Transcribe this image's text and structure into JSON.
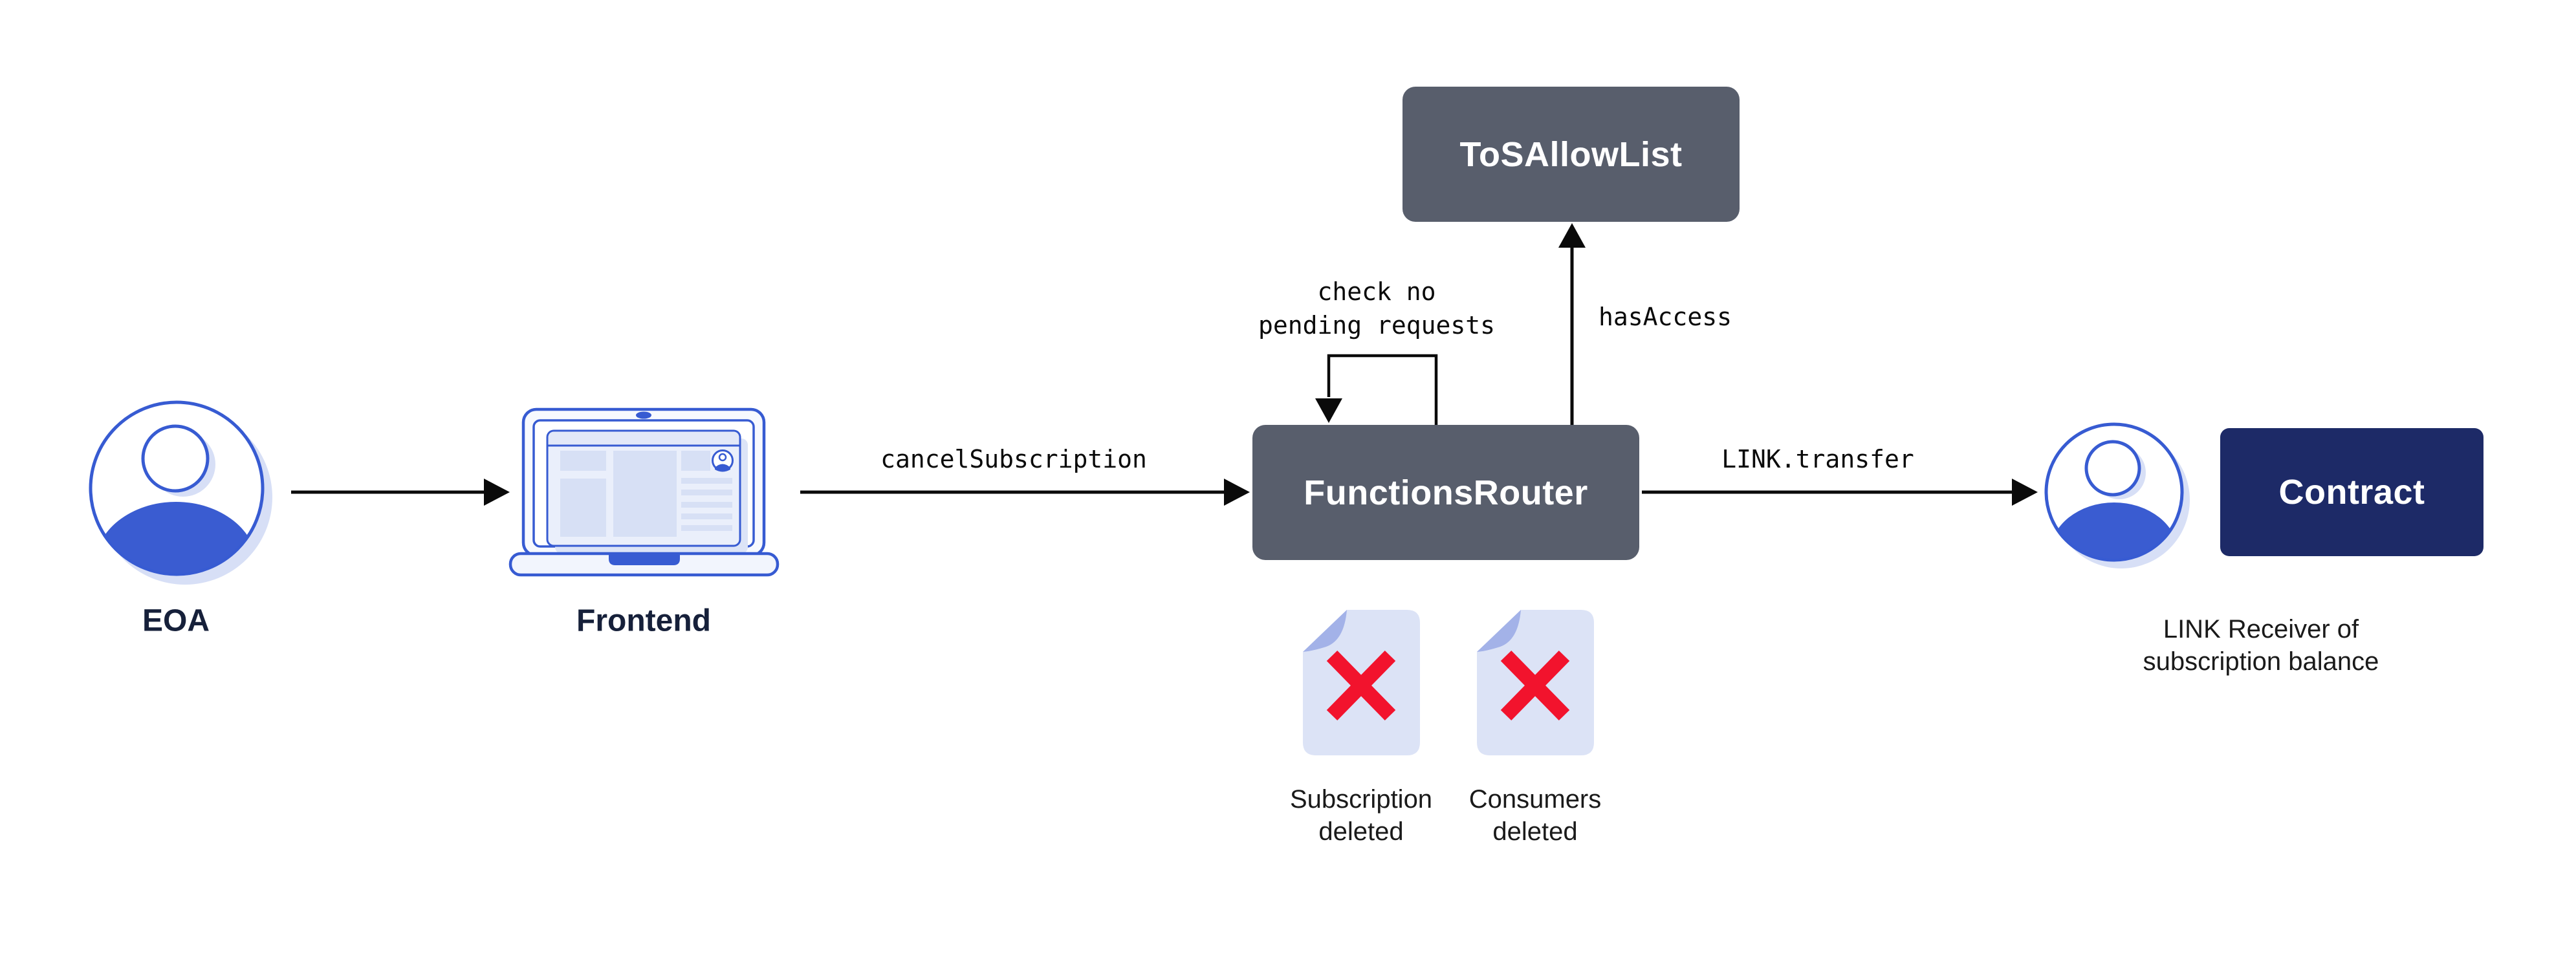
{
  "colors": {
    "node_slate": "#585E6C",
    "node_navy": "#1D2A67",
    "brand_blue": "#375BD2",
    "avatar_body_blue": "#3A5CD1",
    "shadow_lavender": "#D7DFF6",
    "doc_page": "#DCE3F6",
    "doc_fold": "#A3B2E8",
    "delete_red": "#F2132D",
    "label_dark": "#16203A",
    "caption_dark": "#1A1A1A",
    "edge_black": "#000000"
  },
  "nodes": {
    "tos_allowlist": {
      "label": "ToSAllowList"
    },
    "functions_router": {
      "label": "FunctionsRouter"
    },
    "contract": {
      "label": "Contract"
    }
  },
  "actors": {
    "eoa": {
      "label": "EOA",
      "icon": "user-avatar-icon"
    },
    "frontend": {
      "label": "Frontend",
      "icon": "laptop-icon"
    },
    "link_receiver": {
      "icon": "user-avatar-icon",
      "caption_line1": "LINK Receiver of",
      "caption_line2": "subscription balance"
    }
  },
  "edges": {
    "frontend_call": {
      "label": "cancelSubscription"
    },
    "link_transfer": {
      "label": "LINK.transfer"
    },
    "has_access": {
      "label": "hasAccess"
    },
    "self_check": {
      "label_line1": "check no",
      "label_line2": "pending requests"
    }
  },
  "artifacts": {
    "subscription_deleted": {
      "icon": "deleted-document-icon",
      "label_line1": "Subscription",
      "label_line2": "deleted"
    },
    "consumers_deleted": {
      "icon": "deleted-document-icon",
      "label_line1": "Consumers",
      "label_line2": "deleted"
    }
  }
}
